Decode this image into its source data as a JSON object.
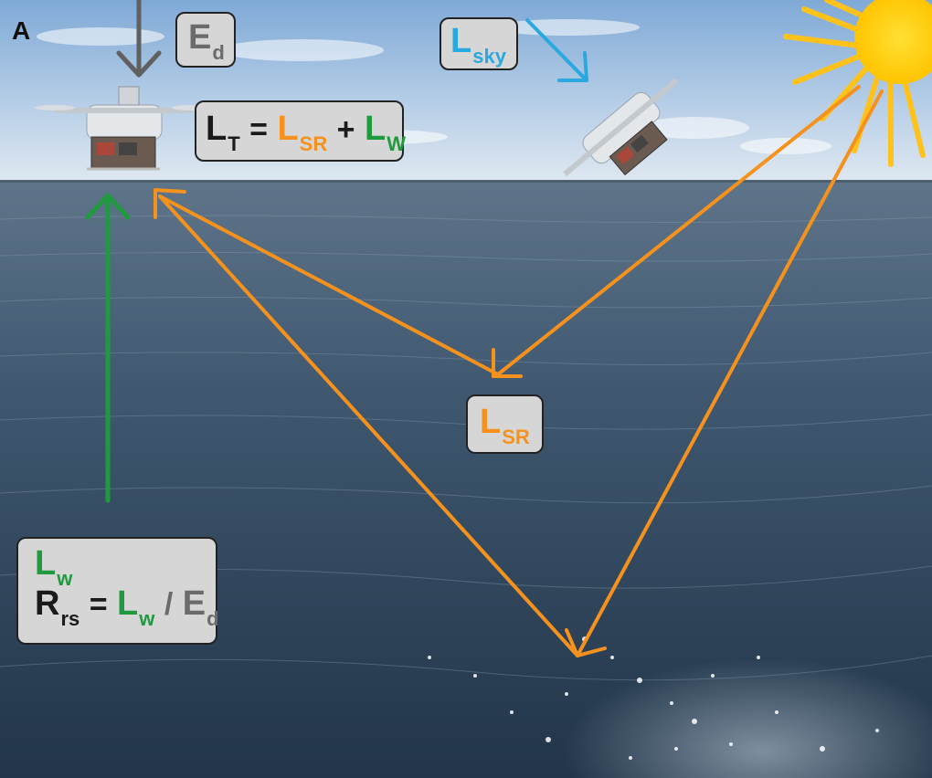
{
  "panel_label": "A",
  "labels": {
    "ed": {
      "main": "E",
      "sub": "d"
    },
    "lsky": {
      "main": "L",
      "sub": "sky"
    },
    "lt_equation": {
      "lt": {
        "main": "L",
        "sub": "T"
      },
      "eq": "=",
      "lsr": {
        "main": "L",
        "sub": "SR"
      },
      "plus": "+",
      "lw": {
        "main": "L",
        "sub": "W"
      }
    },
    "lsr": {
      "main": "L",
      "sub": "SR"
    },
    "lw_box": {
      "lw": {
        "main": "L",
        "sub": "w"
      },
      "rrs": {
        "main": "R",
        "sub": "rs"
      },
      "eq": "=",
      "lw2": {
        "main": "L",
        "sub": "w"
      },
      "slash": "/",
      "ed": {
        "main": "E",
        "sub": "d"
      }
    }
  },
  "colors": {
    "ed": "#6b6b6b",
    "lsky": "#2aa8e0",
    "lsr": "#f5921e",
    "lw": "#1f9a3e",
    "sun": "#ffd200"
  }
}
